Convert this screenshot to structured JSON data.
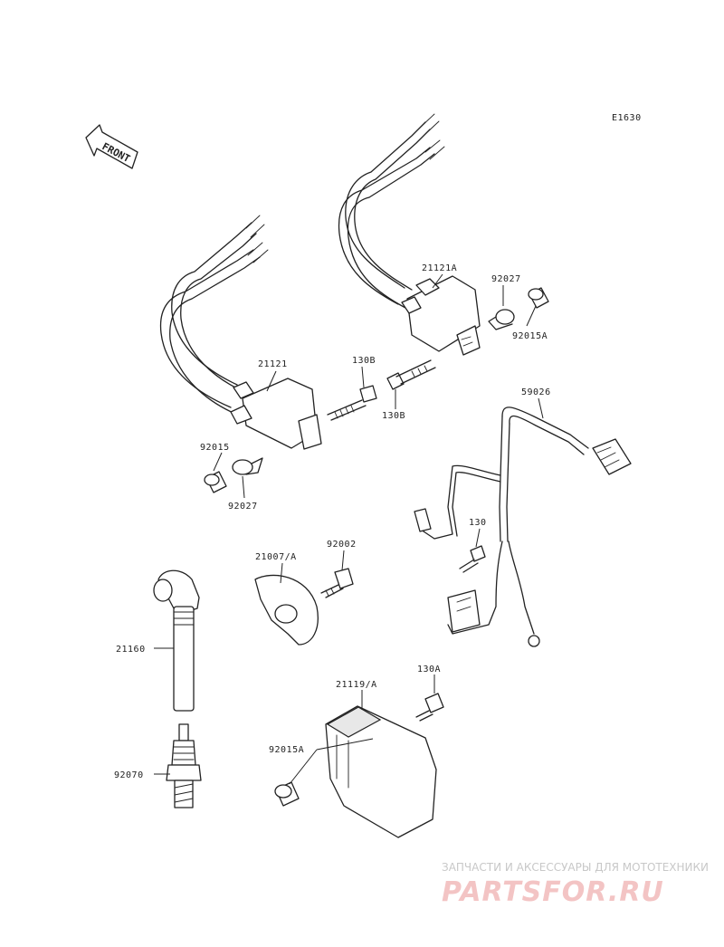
{
  "diagram_code": "E1630",
  "front_arrow": {
    "label": "FRONT",
    "icon": "front-arrow-icon"
  },
  "parts": {
    "coil_rear": "21121",
    "coil_front": "21121A",
    "bolt_upper": "130B",
    "bolt_lower": "130B",
    "collar_left": "92027",
    "collar_right": "92027",
    "grommet_left": "92015",
    "grommet_right": "92015A",
    "harness": "59026",
    "harness_bolt": "130",
    "rotor": "21007/A",
    "rotor_bolt": "92002",
    "plug_cap": "21160",
    "spark_plug": "92070",
    "igniter": "21119/A",
    "igniter_bolt": "130A",
    "igniter_grommet": "92015A"
  },
  "watermark": {
    "caption": "ЗАПЧАСТИ И АКСЕССУАРЫ ДЛЯ МОТОТЕХНИКИ",
    "logo": "PARTSFOR.RU",
    "logo_color": "#e06060"
  }
}
